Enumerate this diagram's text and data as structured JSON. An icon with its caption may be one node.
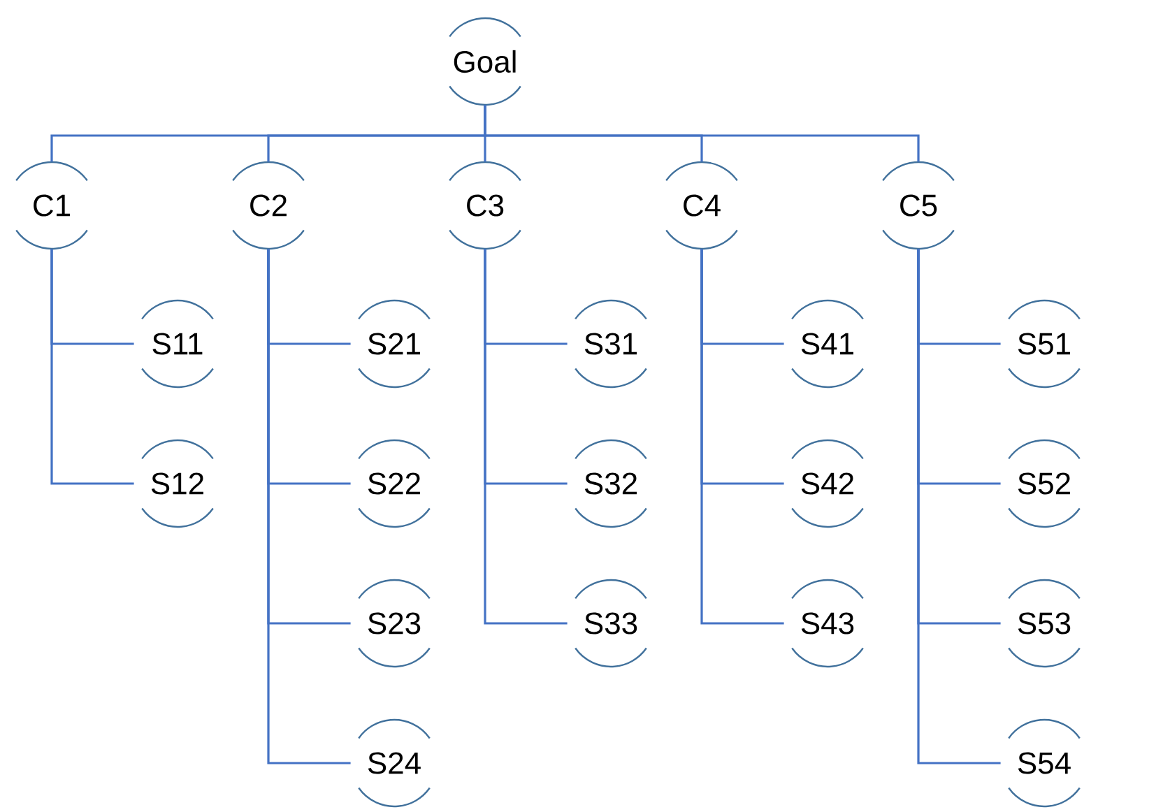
{
  "diagram": {
    "nodes": [
      {
        "text": [
          "Goal"
        ]
      },
      {
        "text": [
          "C1"
        ]
      },
      {
        "text": [
          "C2"
        ]
      },
      {
        "text": [
          "C3"
        ]
      },
      {
        "text": [
          "C4"
        ]
      },
      {
        "text": [
          "C5"
        ]
      },
      {
        "text": [
          "S11"
        ]
      },
      {
        "text": [
          "S12"
        ]
      },
      {
        "text": [
          "S21"
        ]
      },
      {
        "text": [
          "S22"
        ]
      },
      {
        "text": [
          "S23"
        ]
      },
      {
        "text": [
          "S24"
        ]
      },
      {
        "text": [
          "S31"
        ]
      },
      {
        "text": [
          "S32"
        ]
      },
      {
        "text": [
          "S33"
        ]
      },
      {
        "text": [
          "S41"
        ]
      },
      {
        "text": [
          "S42"
        ]
      },
      {
        "text": [
          "S43"
        ]
      },
      {
        "text": [
          "S51"
        ]
      },
      {
        "text": [
          "S52"
        ]
      },
      {
        "text": [
          "S53"
        ]
      },
      {
        "text": [
          "S54"
        ]
      }
    ],
    "edges": [
      {
        "from": 0,
        "to": 1,
        "arrow": "none"
      },
      {
        "from": 0,
        "to": 2,
        "arrow": "none"
      },
      {
        "from": 0,
        "to": 3,
        "arrow": "none"
      },
      {
        "from": 0,
        "to": 4,
        "arrow": "none"
      },
      {
        "from": 0,
        "to": 5,
        "arrow": "none"
      },
      {
        "from": 1,
        "to": 6,
        "arrow": "none"
      },
      {
        "from": 1,
        "to": 7,
        "arrow": "none"
      },
      {
        "from": 2,
        "to": 8,
        "arrow": "none"
      },
      {
        "from": 2,
        "to": 9,
        "arrow": "none"
      },
      {
        "from": 2,
        "to": 10,
        "arrow": "none"
      },
      {
        "from": 2,
        "to": 11,
        "arrow": "none"
      },
      {
        "from": 3,
        "to": 12,
        "arrow": "none"
      },
      {
        "from": 3,
        "to": 13,
        "arrow": "none"
      },
      {
        "from": 3,
        "to": 14,
        "arrow": "none"
      },
      {
        "from": 4,
        "to": 15,
        "arrow": "none"
      },
      {
        "from": 4,
        "to": 16,
        "arrow": "none"
      },
      {
        "from": 4,
        "to": 17,
        "arrow": "none"
      },
      {
        "from": 5,
        "to": 18,
        "arrow": "none"
      },
      {
        "from": 5,
        "to": 19,
        "arrow": "none"
      },
      {
        "from": 5,
        "to": 20,
        "arrow": "none"
      },
      {
        "from": 5,
        "to": 21,
        "arrow": "none"
      }
    ]
  }
}
